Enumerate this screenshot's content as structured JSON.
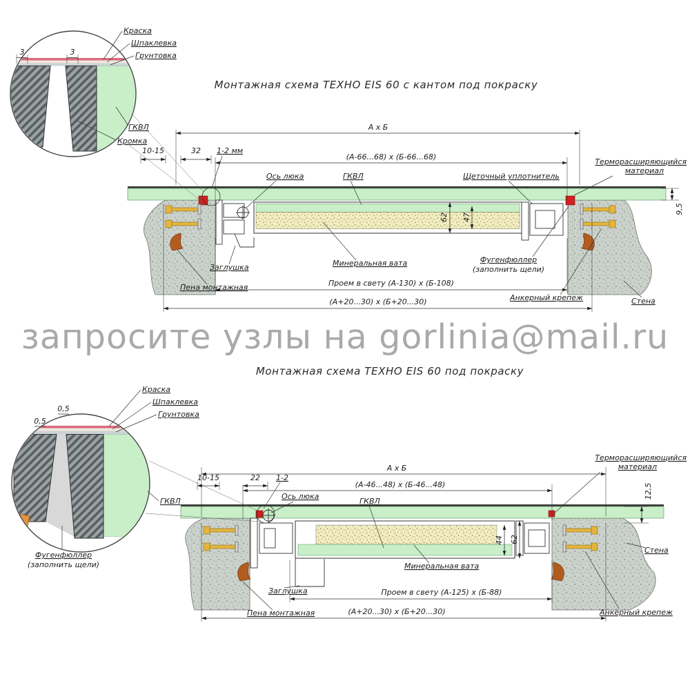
{
  "watermark": "запросите узлы на gorlinia@mail.ru",
  "top": {
    "title": "Монтажная схема ТЕХНО EIS 60 с кантом под покраску",
    "detail": {
      "kraska": "Краска",
      "shpaklevka": "Шпаклевка",
      "gruntovka": "Грунтовка",
      "gkvl": "ГКВЛ",
      "kromka": "Кромка",
      "dim_left": "3",
      "dim_right": "3"
    },
    "dims": {
      "axb": "А х Б",
      "inner": "(А-66...68) х (Б-66...68)",
      "gap_wall": "10-15",
      "gap32": "32",
      "gap12": "1-2 мм",
      "h62": "62",
      "h47": "47",
      "h95": "9,5",
      "proem": "Проем в свету (А-130) х (Б-108)",
      "outer": "(А+20...30) х (Б+20...30)"
    },
    "labels": {
      "axis": "Ось люка",
      "gkvl": "ГКВЛ",
      "brush": "Щеточный уплотнитель",
      "termo1": "Терморасширяющийся",
      "termo2": "материал",
      "plug": "Заглушка",
      "wool": "Минеральная вата",
      "fugen1": "Фугенфюллер",
      "fugen2": "(заполнить щели)",
      "foam": "Пена монтажная",
      "anchor": "Анкерный крепеж",
      "wall": "Стена"
    }
  },
  "bottom": {
    "title": "Монтажная схема ТЕХНО EIS 60 под покраску",
    "detail": {
      "kraska": "Краска",
      "shpaklevka": "Шпаклевка",
      "gruntovka": "Грунтовка",
      "gkvl": "ГКВЛ",
      "fugen1": "Фугенфюллер",
      "fugen2": "(заполнить щели)",
      "dim_a": "0,5",
      "dim_b": "0,5"
    },
    "dims": {
      "axb": "А х Б",
      "inner": "(А-46...48) х (Б-46...48)",
      "gap_wall": "10-15",
      "gap22": "22",
      "gap12": "1-2",
      "h62": "62",
      "h44": "44",
      "h125": "12,5",
      "proem": "Проем в свету (А-125) х (Б-88)",
      "outer": "(А+20...30) х (Б+20...30)"
    },
    "labels": {
      "axis": "Ось люка",
      "gkvl": "ГКВЛ",
      "termo1": "Терморасширяющийся",
      "termo2": "материал",
      "plug": "Заглушка",
      "wool": "Минеральная вата",
      "foam": "Пена монтажная",
      "anchor": "Анкерный крепеж",
      "wall": "Стена"
    }
  }
}
